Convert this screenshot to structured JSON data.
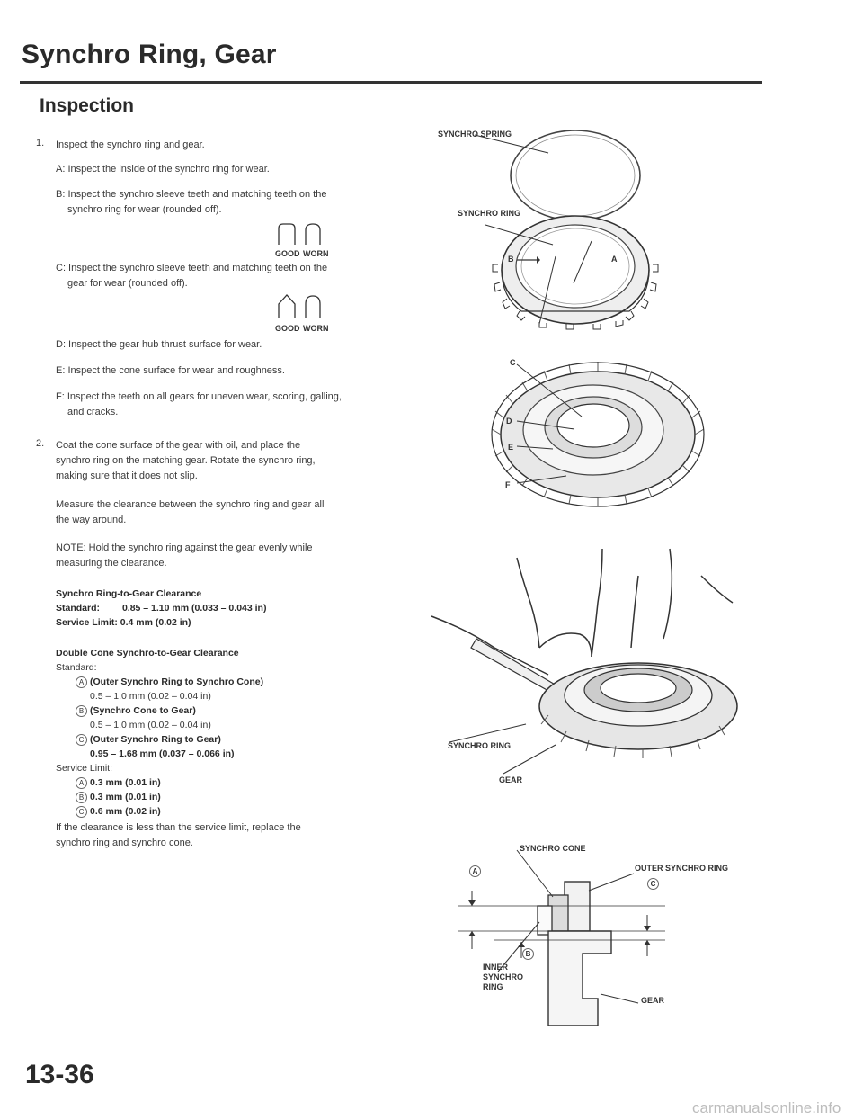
{
  "page": {
    "title": "Synchro Ring, Gear",
    "section": "Inspection",
    "page_number": "13-36",
    "watermark": "carmanualsonline.info"
  },
  "steps": {
    "s1": {
      "num": "1.",
      "text": "Inspect the synchro ring and gear.",
      "a": "A: Inspect the inside of the synchro ring for wear.",
      "b": "B: Inspect the synchro sleeve teeth and matching teeth on the synchro ring for wear (rounded off).",
      "c": "C: Inspect the synchro sleeve teeth and matching teeth on the gear for wear (rounded off).",
      "d": "D: Inspect the gear hub thrust surface for wear.",
      "e": "E: Inspect the cone surface for wear and roughness.",
      "f": "F: Inspect the teeth on all gears for uneven wear, scoring, galling, and cracks."
    },
    "s2": {
      "num": "2.",
      "text": "Coat the cone surface of the gear with oil, and place the synchro ring on the matching gear. Rotate the synchro ring, making sure that it does not slip.",
      "measure": "Measure the clearance between the synchro ring and gear all the way around.",
      "note": "NOTE: Hold the synchro ring against the gear evenly while measuring the clearance."
    }
  },
  "tooth_labels": {
    "good": "GOOD",
    "worn": "WORN"
  },
  "spec1": {
    "title": "Synchro Ring-to-Gear Clearance",
    "standard_label": "Standard:",
    "standard_value": "0.85 – 1.10 mm (0.033 – 0.043 in)",
    "service": "Service Limit: 0.4 mm (0.02 in)"
  },
  "spec2": {
    "title": "Double Cone Synchro-to-Gear Clearance",
    "standard_label": "Standard:",
    "a_label": "(Outer Synchro Ring to Synchro Cone)",
    "a_value": "0.5 – 1.0 mm (0.02 – 0.04 in)",
    "b_label": "(Synchro Cone to Gear)",
    "b_value": "0.5 – 1.0 mm (0.02 – 0.04 in)",
    "c_label": "(Outer Synchro Ring to Gear)",
    "c_value": "0.95 – 1.68 mm (0.037 – 0.066 in)",
    "service_label": "Service Limit:",
    "svc_a": "0.3 mm (0.01 in)",
    "svc_b": "0.3 mm (0.01 in)",
    "svc_c": "0.6 mm (0.02 in)",
    "markers": {
      "a": "A",
      "b": "B",
      "c": "C"
    }
  },
  "closing": "If the clearance is less than the service limit, replace the synchro ring and synchro cone.",
  "diagram_labels": {
    "synchro_spring": "SYNCHRO SPRING",
    "synchro_ring": "SYNCHRO RING",
    "b": "B",
    "a": "A",
    "c": "C",
    "d": "D",
    "e": "E",
    "f": "F",
    "synchro_ring_2": "SYNCHRO RING",
    "gear": "GEAR",
    "synchro_cone": "SYNCHRO CONE",
    "outer_synchro_ring": "OUTER SYNCHRO RING",
    "inner_synchro_ring": "INNER SYNCHRO RING",
    "gear_2": "GEAR",
    "marker_a": "A",
    "marker_b": "B",
    "marker_c": "C"
  }
}
